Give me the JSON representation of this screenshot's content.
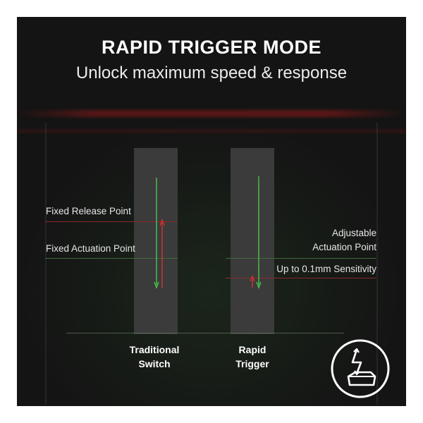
{
  "header": {
    "title": "RAPID TRIGGER MODE",
    "subtitle": "Unlock maximum speed & response"
  },
  "labels": {
    "fixed_release": "Fixed Release Point",
    "fixed_actuation": "Fixed Actuation Point",
    "adjustable_line1": "Adjustable",
    "adjustable_line2": "Actuation Point",
    "sensitivity": "Up to 0.1mm Sensitivity"
  },
  "captions": {
    "traditional_line1": "Traditional",
    "traditional_line2": "Switch",
    "rapid_line1": "Rapid",
    "rapid_line2": "Trigger"
  },
  "icons": {
    "badge": "keycap-lightning-icon"
  },
  "colors": {
    "panel": "#141414",
    "switch": "#3b3b3b",
    "green": "#4ccf4c",
    "red": "#e03030",
    "text": "#ffffff"
  }
}
